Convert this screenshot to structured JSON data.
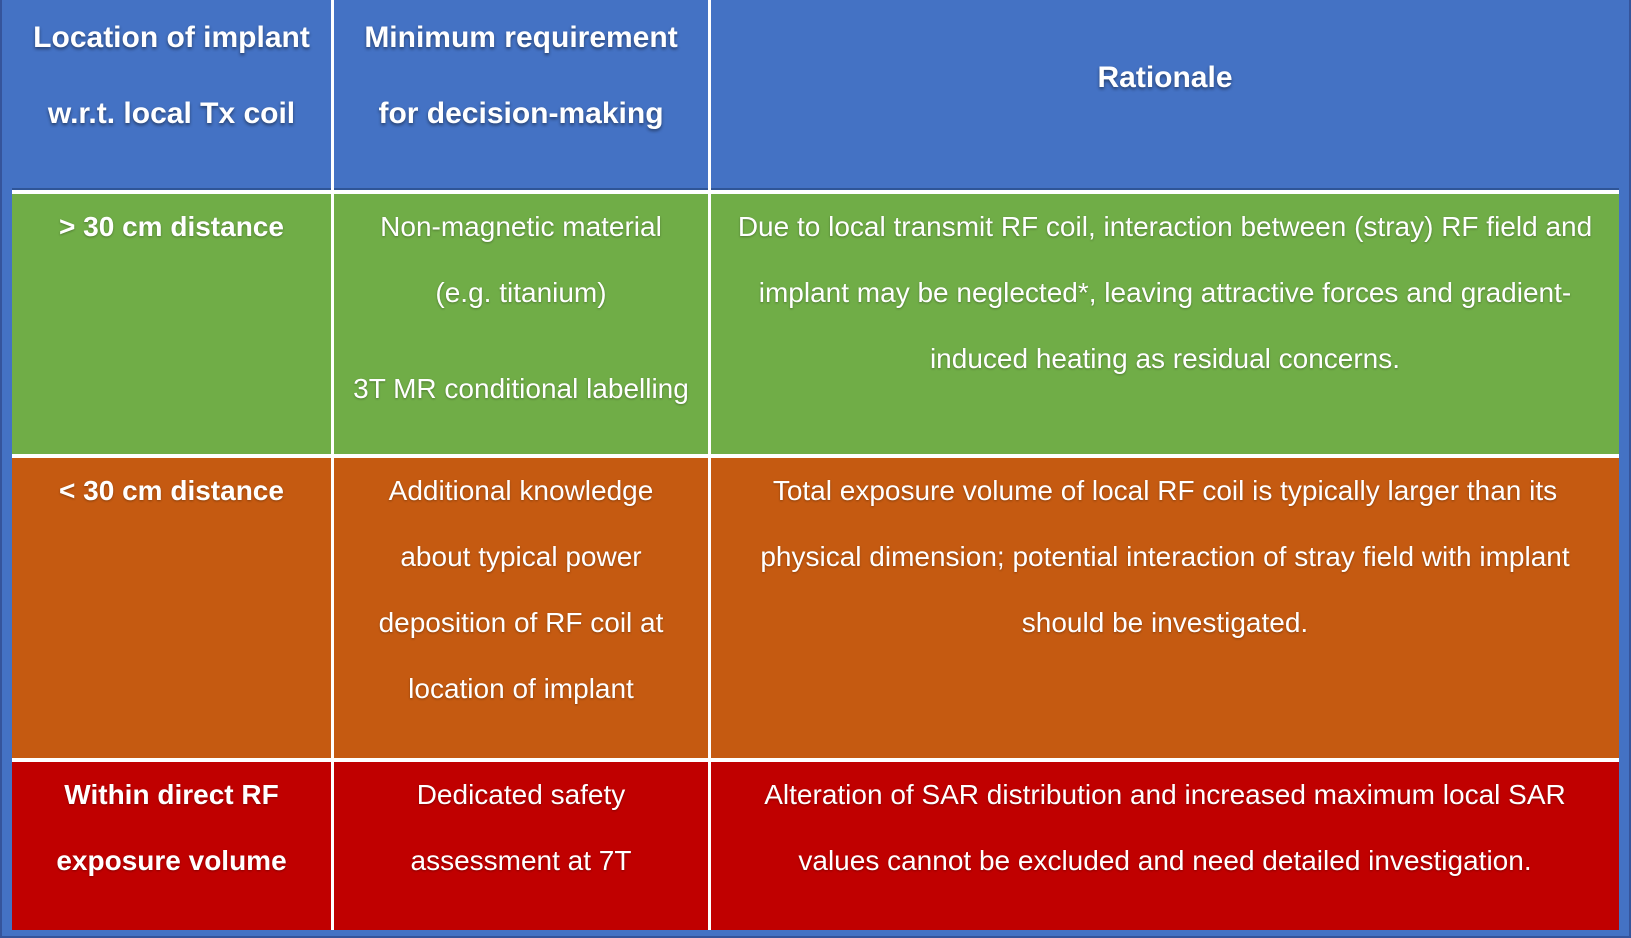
{
  "page": {
    "background_color": "#4472C4",
    "frame_edge_color": "#35549B",
    "separator_color": "#FFFFFF"
  },
  "table": {
    "type": "table",
    "header": {
      "background": "#4472C4",
      "text_color": "#FFFFFF",
      "columns": [
        {
          "id": "location",
          "lines": [
            "Location of implant",
            "w.r.t. local Tx coil"
          ]
        },
        {
          "id": "requirement",
          "lines": [
            "Minimum requirement",
            "for decision-making"
          ]
        },
        {
          "id": "rationale",
          "lines": [
            "Rationale"
          ]
        }
      ]
    },
    "rows": [
      {
        "severity": "safe-green",
        "background": "#70AD47",
        "cells": {
          "location": [
            "> 30 cm distance"
          ],
          "requirement": [
            "Non-magnetic material",
            "(e.g. titanium)",
            "",
            "3T MR conditional labelling"
          ],
          "rationale": [
            "Due to local transmit RF coil, interaction between (stray) RF field and",
            "implant may be neglected*, leaving attractive forces and gradient-",
            "induced heating as residual concerns."
          ]
        }
      },
      {
        "severity": "caution-orange",
        "background": "#C55A11",
        "cells": {
          "location": [
            "< 30 cm distance"
          ],
          "requirement": [
            "Additional knowledge",
            "about typical power",
            "deposition of RF coil at",
            "location of implant"
          ],
          "rationale": [
            "Total exposure volume of local RF coil is typically larger than its",
            "physical dimension; potential interaction of stray field with implant",
            "should be investigated."
          ]
        }
      },
      {
        "severity": "critical-red",
        "background": "#C00000",
        "cells": {
          "location": [
            "Within direct RF",
            "exposure volume"
          ],
          "requirement": [
            "Dedicated safety",
            "assessment at 7T"
          ],
          "rationale": [
            "Alteration of SAR distribution and increased maximum local SAR",
            "values cannot be excluded and need detailed investigation."
          ]
        }
      }
    ]
  }
}
